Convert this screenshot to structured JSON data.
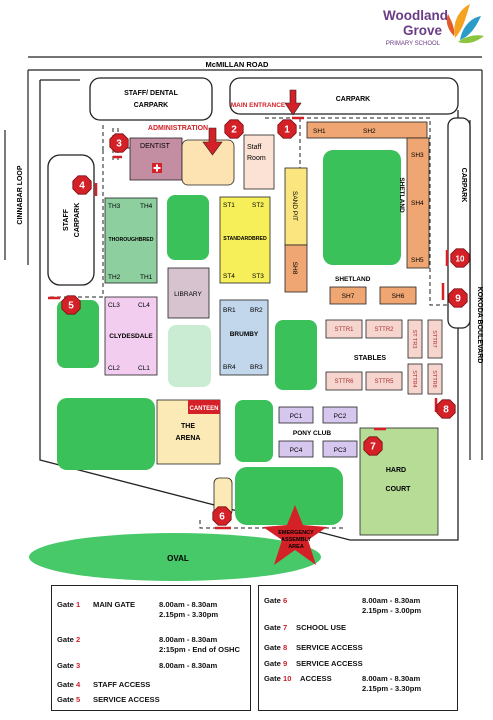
{
  "logo": {
    "line1": "Woodland",
    "line2": "Grove",
    "line3": "PRIMARY SCHOOL"
  },
  "roads": {
    "mcmillan": "McMILLAN ROAD",
    "cinnabar": "CINNABAR LOOP",
    "kokoda": "KOKODA BOULEVARD"
  },
  "carparks": {
    "staff_dental": [
      "STAFF/ DENTAL",
      "CARPARK"
    ],
    "main": "CARPARK",
    "staff": [
      "STAFF",
      "CARPARK"
    ],
    "east": "CARPARK"
  },
  "labels": {
    "main_entrance": "MAIN ENTRANCE",
    "administration": "ADMINISTRATION",
    "dentist": "DENTIST",
    "staff_room": [
      "Staff",
      "Room"
    ],
    "sand_pit": "SAND PIT",
    "library": "LIBRARY",
    "canteen": "CANTEEN",
    "arena": [
      "THE",
      "ARENA"
    ],
    "pony_club": "PONY CLUB",
    "hard_court": [
      "HARD",
      "COURT"
    ],
    "oval": "OVAL",
    "emergency": [
      "EMERGENCY",
      "ASSEMBLY",
      "AREA"
    ],
    "shetland_vertical": "SHETLAND",
    "shetland": "SHETLAND",
    "stables": "STABLES"
  },
  "buildings": {
    "thoroughbred": {
      "name": "THOROUGHBRED",
      "rooms": [
        "TH3",
        "TH4",
        "TH2",
        "TH1"
      ]
    },
    "standardbred": {
      "name": "STANDARDBRED",
      "rooms": [
        "ST1",
        "ST2",
        "ST4",
        "ST3"
      ]
    },
    "clydesdale": {
      "name": "CLYDESDALE",
      "rooms": [
        "CL3",
        "CL4",
        "CL2",
        "CL1"
      ]
    },
    "brumby": {
      "name": "BRUMBY",
      "rooms": [
        "BR1",
        "BR2",
        "BR4",
        "BR3"
      ]
    },
    "sh_top": [
      "SH1",
      "SH2"
    ],
    "sh_side": [
      "SH3",
      "SH4",
      "SH5"
    ],
    "sh8": "SH8",
    "sh_bottom": [
      "SH7",
      "SH6"
    ],
    "sttr_row1": [
      "STTR1",
      "STTR2"
    ],
    "sttr_row2": [
      "STTR6",
      "STTR5"
    ],
    "sttr_narrow": [
      "ST TR3",
      "STTR7",
      "STTR4",
      "STTR8"
    ],
    "pony": [
      "PC1",
      "PC2",
      "PC4",
      "PC3"
    ]
  },
  "gate_markers": [
    "1",
    "2",
    "3",
    "4",
    "5",
    "6",
    "7",
    "8",
    "9",
    "10"
  ],
  "legend_left": [
    {
      "gate": "Gate 1",
      "desc": "MAIN GATE",
      "times": [
        "8.00am - 8.30am",
        "2.15pm - 3.30pm"
      ]
    },
    {
      "gate": "Gate 2",
      "desc": "",
      "times": [
        "8.00am - 8.30am",
        "2:15pm - End of OSHC"
      ]
    },
    {
      "gate": "Gate 3",
      "desc": "",
      "times": [
        "8.00am - 8.30am"
      ]
    },
    {
      "gate": "Gate 4",
      "desc": "STAFF ACCESS",
      "times": []
    },
    {
      "gate": "Gate 5",
      "desc": "SERVICE ACCESS",
      "times": []
    }
  ],
  "legend_right": [
    {
      "gate": "Gate 6",
      "desc": "",
      "times": [
        "8.00am - 8.30am",
        "2.15pm - 3.00pm"
      ]
    },
    {
      "gate": "Gate 7",
      "desc": "SCHOOL USE",
      "times": []
    },
    {
      "gate": "Gate 8",
      "desc": "SERVICE ACCESS",
      "times": []
    },
    {
      "gate": "Gate 9",
      "desc": "SERVICE ACCESS",
      "times": []
    },
    {
      "gate": "Gate 10",
      "desc": "ACCESS",
      "times": [
        "8.00am - 8.30am",
        "2.15pm - 3.30pm"
      ]
    }
  ],
  "colors": {
    "red": "#d42027",
    "green": "#3bc15a",
    "oval": "#47c96a",
    "orange": "#f0a672",
    "thoroughbred": "#8ecf9f",
    "standardbred": "#f7ef5a",
    "clydesdale": "#f3cdf0",
    "brumby": "#c2d6ec",
    "library": "#d7c3cf",
    "dentist": "#c38ea1",
    "admin": "#fde3b1",
    "staffroom": "#fbe2d4",
    "sandpit": "#fbe57f",
    "sttr": "#f7d5cf",
    "pony": "#d5c7ee",
    "hardcourt": "#b6dc96",
    "arena": "#fbe9b6",
    "mint": "#c9ecd2"
  }
}
